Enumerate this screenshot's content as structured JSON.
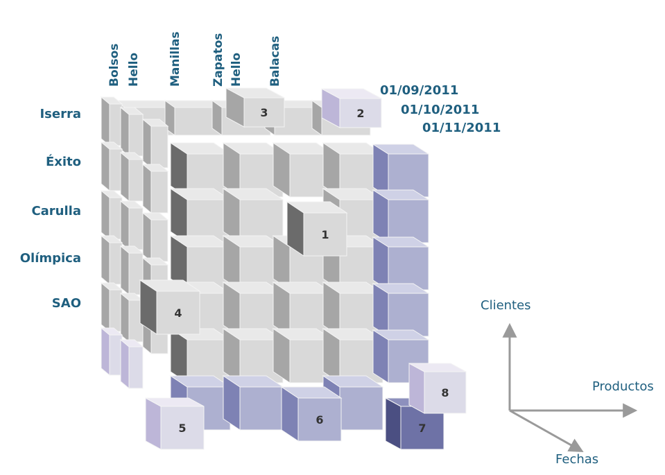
{
  "columns": [
    "Bolsos",
    "Hello",
    "Manillas",
    "Zapatos",
    "Hello",
    "Balacas"
  ],
  "rows": [
    "Iserra",
    "Éxito",
    "Carulla",
    "Olímpica",
    "SAO"
  ],
  "dates": [
    "01/09/2011",
    "01/10/2011",
    "01/11/2011"
  ],
  "axes": {
    "y": "Clientes",
    "x": "Productos",
    "z": "Fechas"
  },
  "markers": [
    "1",
    "2",
    "3",
    "4",
    "5",
    "6",
    "7",
    "8"
  ],
  "colors": {
    "label": "#1f5f7f",
    "grey_front": "#d9d9d9",
    "grey_top": "#e9e9e9",
    "grey_side": "#a6a6a6",
    "dark_side": "#6b6b6b",
    "lavender_front": "#adb0d0",
    "lavender_side": "#7e82b4",
    "pale_front": "#dcdbe8",
    "pale_side": "#bdb6d8",
    "navy_front": "#6e72a6",
    "arrow": "#9a9a9a"
  }
}
